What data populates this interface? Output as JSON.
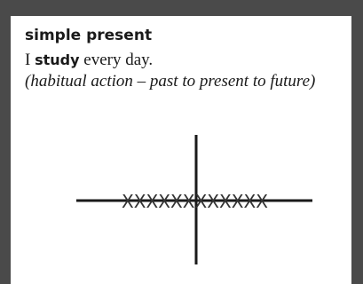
{
  "slide": {
    "heading": "simple present",
    "sentence_before": "I ",
    "sentence_verb": "study",
    "sentence_after": " every day.",
    "note": "(habitual action – past to present to future)"
  },
  "timeline": {
    "marks": "XXXXXXXXXXXX",
    "line_color": "#1a1a1a",
    "mark_color": "#333333"
  }
}
